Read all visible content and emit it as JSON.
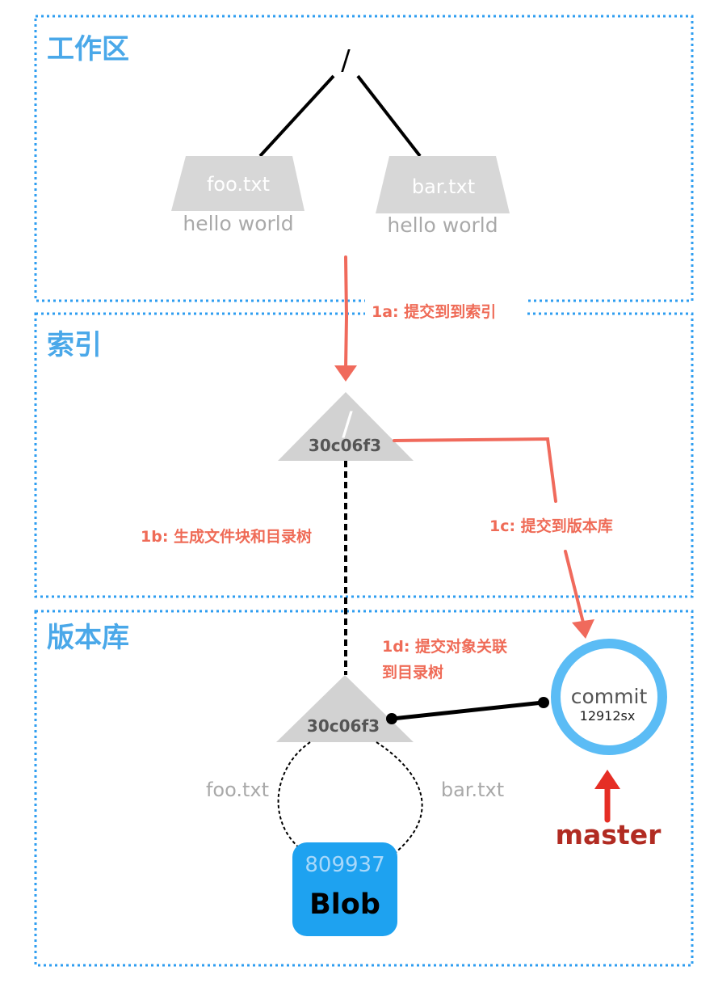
{
  "zones": {
    "workspace": {
      "title": "工作区"
    },
    "index": {
      "title": "索引"
    },
    "repository": {
      "title": "版本库"
    }
  },
  "workspace": {
    "root_label": "/",
    "files": [
      {
        "name": "foo.txt",
        "content": "hello world"
      },
      {
        "name": "bar.txt",
        "content": "hello world"
      }
    ]
  },
  "index": {
    "tree": {
      "slash": "/",
      "hash": "30c06f3"
    }
  },
  "repository": {
    "tree": {
      "hash": "30c06f3"
    },
    "edges": {
      "left": "foo.txt",
      "right": "bar.txt"
    },
    "blob": {
      "hash": "809937",
      "label": "Blob"
    },
    "commit": {
      "label": "commit",
      "id": "12912sx"
    },
    "branch": {
      "label": "master"
    }
  },
  "steps": {
    "s1a": "1a: 提交到到索引",
    "s1b": "1b: 生成文件块和目录树",
    "s1c": "1c: 提交到版本库",
    "s1d_line1": "1d: 提交对象关联",
    "s1d_line2": "到目录树"
  },
  "colors": {
    "zone_border": "#2f9ef0",
    "zone_title": "#4aa8e9",
    "step_red": "#ef6b57",
    "blob_blue": "#1ea2f0",
    "commit_ring": "#5bbcf5",
    "master_red": "#b12b22"
  }
}
